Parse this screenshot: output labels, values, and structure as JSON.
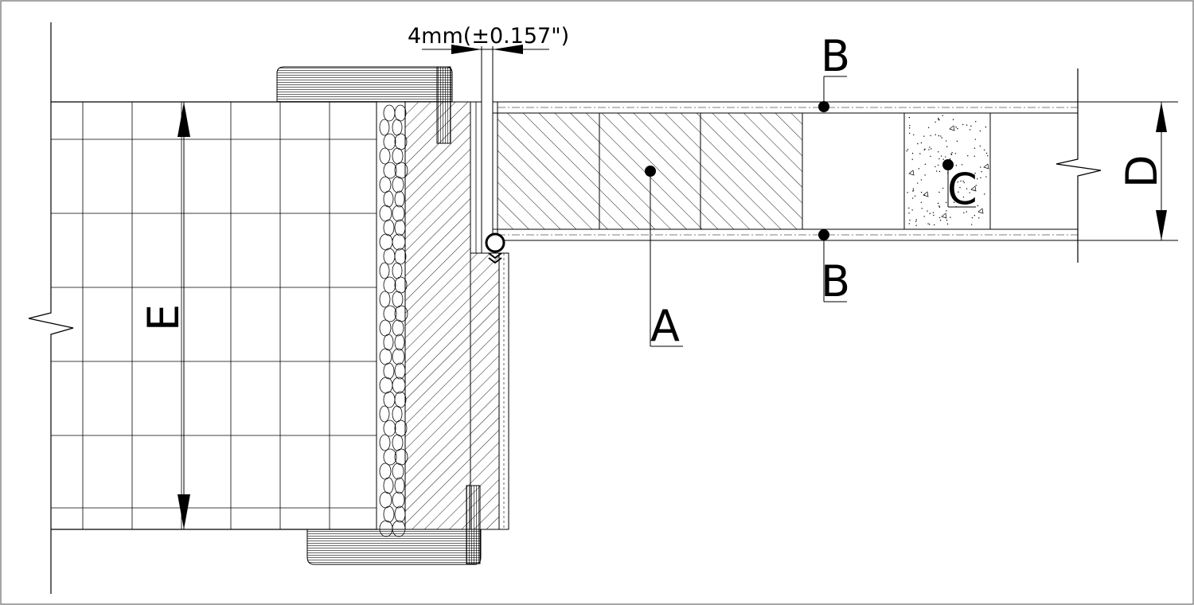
{
  "drawing": {
    "dimension_gap": "4mm(±0.157\")",
    "labels": {
      "a": "A",
      "b_top": "B",
      "b_bottom": "B",
      "c": "C",
      "d": "D",
      "e": "E"
    },
    "colors": {
      "line": "#000000",
      "background": "#ffffff",
      "frame_border": "#888888"
    }
  }
}
